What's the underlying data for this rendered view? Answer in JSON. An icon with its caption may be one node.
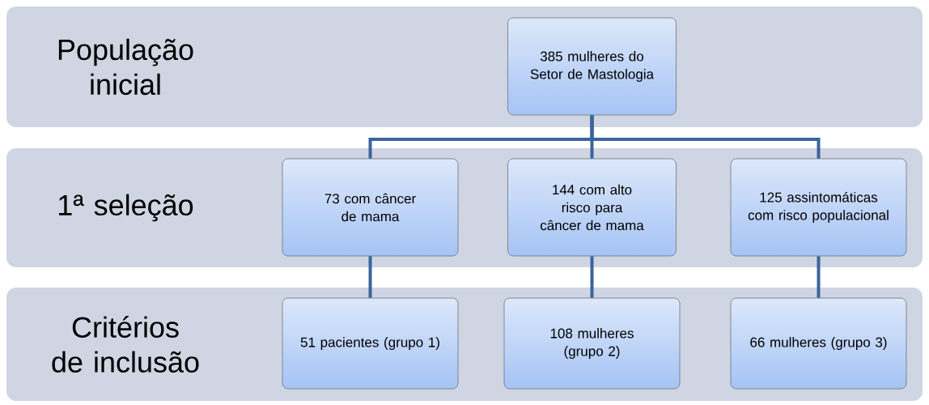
{
  "diagram": {
    "nodes": [
      {
        "text": [
          "População inicial"
        ]
      },
      {
        "text": [
          "385 mulheres do Setor de Mastologia"
        ],
        "in": 0
      },
      {
        "text": [
          "1ª seleção"
        ]
      },
      {
        "text": [
          "73 com câncer de mama"
        ],
        "in": 2
      },
      {
        "text": [
          "144 com alto risco para câncer de mama"
        ],
        "in": 2
      },
      {
        "text": [
          "125 assintomáticas com risco populacional"
        ],
        "in": 2
      },
      {
        "text": [
          "Critérios de inclusão"
        ]
      },
      {
        "text": [
          "51 pacientes (grupo 1)"
        ],
        "in": 6
      },
      {
        "text": [
          "108 mulheres (grupo 2)"
        ],
        "in": 6
      },
      {
        "text": [
          "66 mulheres (grupo 3)"
        ],
        "in": 6
      }
    ],
    "edges": [
      {
        "from": 1,
        "to": 3,
        "arrow": "none"
      },
      {
        "from": 1,
        "to": 4,
        "arrow": "none"
      },
      {
        "from": 1,
        "to": 5,
        "arrow": "none"
      },
      {
        "from": 3,
        "to": 7,
        "arrow": "none"
      },
      {
        "from": 4,
        "to": 8,
        "arrow": "none"
      },
      {
        "from": 5,
        "to": 9,
        "arrow": "none"
      }
    ]
  }
}
